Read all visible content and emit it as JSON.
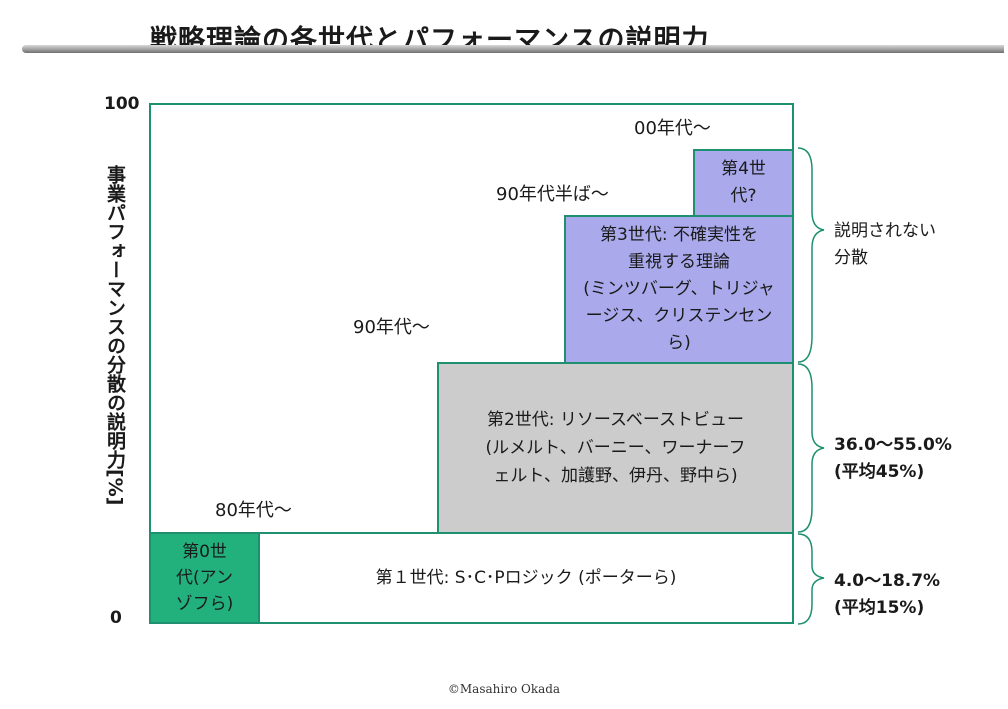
{
  "title": "戦略理論の各世代とパフォーマンスの説明力",
  "y_axis": {
    "label": "事業パフォーマンスの分散の説明力[%]",
    "max_label": "100",
    "min_label": "0"
  },
  "colors": {
    "border": "#1e9070",
    "gen0": "#22b07c",
    "gen1": "#ffffff",
    "gen2": "#cccccc",
    "gen3": "#a9a9ec",
    "gen4": "#a9a9ec"
  },
  "generations": [
    {
      "id": "gen0",
      "label": "第0世\n代(アン\nゾフら)"
    },
    {
      "id": "gen1",
      "label": "第１世代: S･C･Pロジック (ポーターら)"
    },
    {
      "id": "gen2",
      "label": "第2世代: リソースベーストビュー\n(ルメルト、バーニー、ワーナーフ\nェルト、加護野、伊丹、野中ら)"
    },
    {
      "id": "gen3",
      "label": "第3世代: 不確実性を\n重視する理論\n(ミンツバーグ、トリジャ\nージス、クリステンセン\nら)"
    },
    {
      "id": "gen4",
      "label": "第4世\n代?"
    }
  ],
  "eras": {
    "e80": "80年代〜",
    "e90": "90年代〜",
    "e90mid": "90年代半ば〜",
    "e00": "00年代〜"
  },
  "side_labels": {
    "unexplained": "説明されない\n分散",
    "gen2_range": "36.0〜55.0%\n(平均45%)",
    "gen1_range": "4.0〜18.7%\n(平均15%)"
  },
  "copyright": "©Masahiro Okada"
}
